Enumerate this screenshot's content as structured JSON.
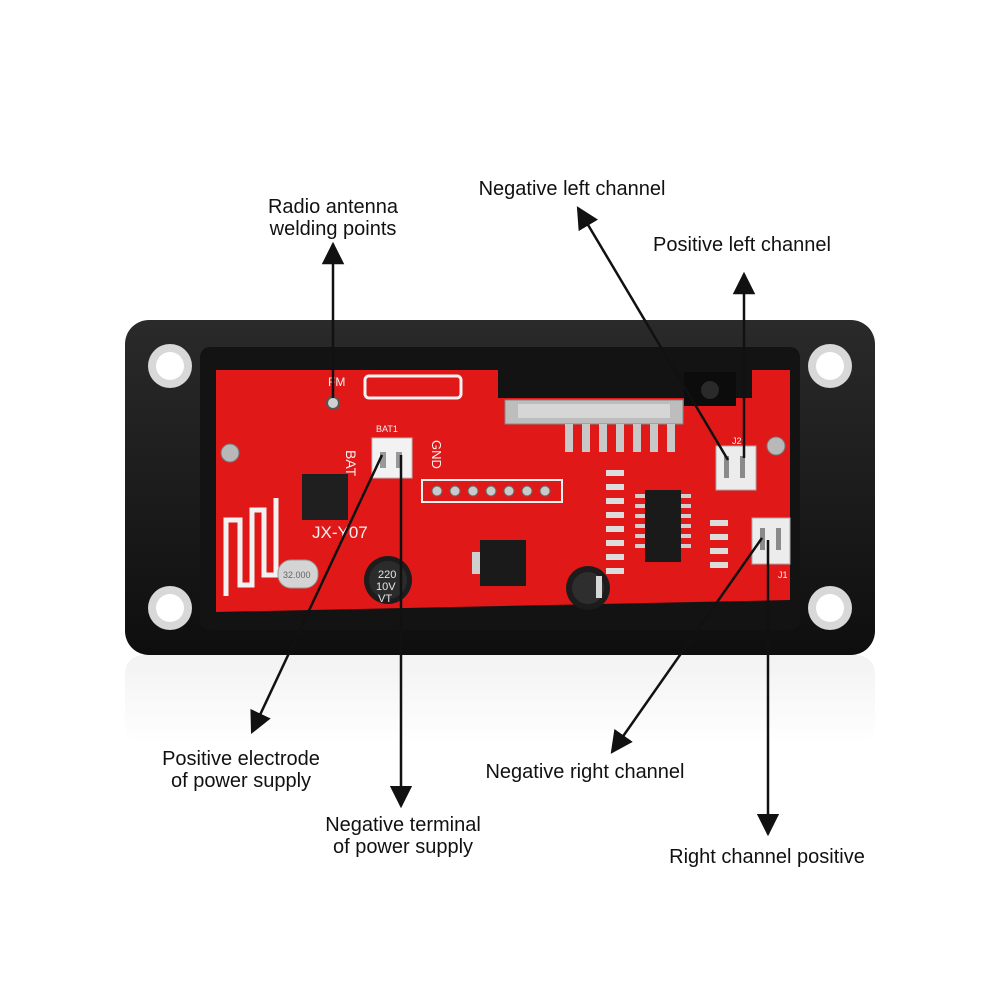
{
  "colors": {
    "background": "#ffffff",
    "frame": "#1a1a1a",
    "pcb": "#e01818",
    "silkscreen": "#f2f2f2",
    "arrow": "#111111",
    "label_text": "#111111"
  },
  "labels": {
    "radio_antenna": {
      "line1": "Radio antenna",
      "line2": "welding points"
    },
    "negative_left": {
      "line1": "Negative left channel"
    },
    "positive_left": {
      "line1": "Positive left channel"
    },
    "positive_electrode": {
      "line1": "Positive electrode",
      "line2": "of power supply"
    },
    "negative_right": {
      "line1": "Negative right channel"
    },
    "negative_terminal": {
      "line1": "Negative terminal",
      "line2": "of power supply"
    },
    "right_positive": {
      "line1": "Right channel positive"
    }
  },
  "board": {
    "silk_fm": "FM",
    "silk_bat": "BAT",
    "silk_bat1": "BAT1",
    "silk_gnd": "GND",
    "silk_model": "JX-Y07",
    "silk_cap": "220",
    "silk_cap_v": "10V",
    "silk_cap_vt": "VT",
    "silk_crystal": "32.000",
    "silk_j2": "J2",
    "silk_j1": "J1"
  }
}
